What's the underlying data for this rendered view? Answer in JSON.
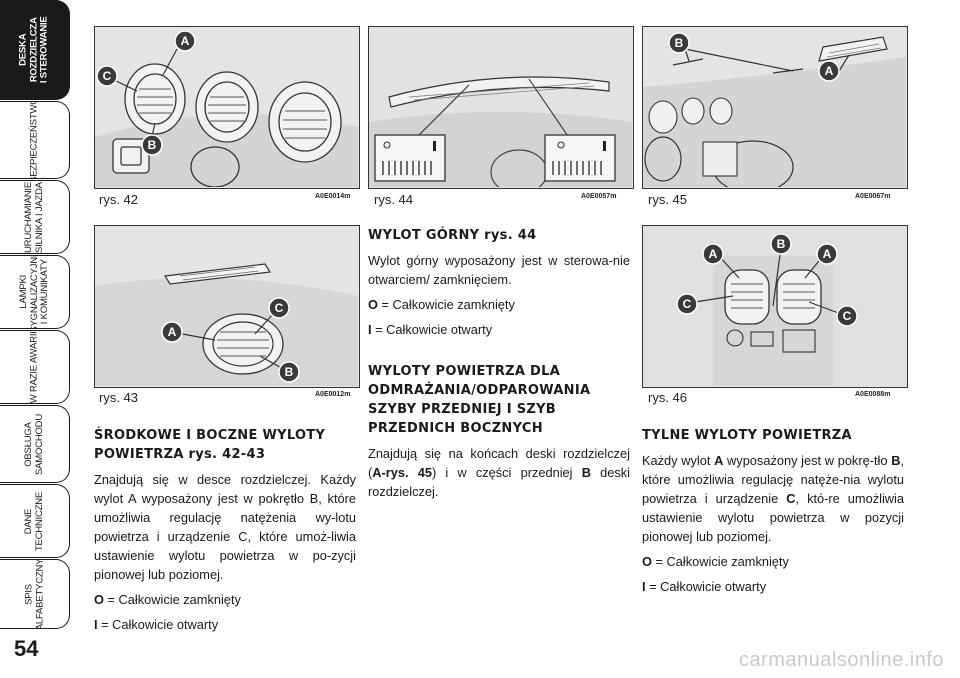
{
  "sidebar": {
    "tabs": [
      {
        "label": "DESKA\nROZDZIELCZA\nI STEROWANIE",
        "active": true
      },
      {
        "label": "BEZPIECZEŃSTWO",
        "active": false
      },
      {
        "label": "URUCHAMIANIE\nSILNIKA I JAZDA",
        "active": false
      },
      {
        "label": "LAMPKI\nSYGNALIZACYJNE\nI KOMUNIKATY",
        "active": false
      },
      {
        "label": "W RAZIE AWARII",
        "active": false
      },
      {
        "label": "OBSŁUGA\nSAMOCHODU",
        "active": false
      },
      {
        "label": "DANE\nTECHNICZNE",
        "active": false
      },
      {
        "label": "SPIS\nALFABETYCZNY",
        "active": false
      }
    ],
    "page_number": "54"
  },
  "figures": {
    "fig42": {
      "caption": "rys. 42",
      "code": "A0E0014m",
      "labels": [
        "A",
        "B",
        "C"
      ]
    },
    "fig43": {
      "caption": "rys. 43",
      "code": "A0E0012m",
      "labels": [
        "A",
        "B",
        "C"
      ]
    },
    "fig44": {
      "caption": "rys. 44",
      "code": "A0E0057m"
    },
    "fig45": {
      "caption": "rys. 45",
      "code": "A0E0067m",
      "labels": [
        "A",
        "B"
      ]
    },
    "fig46": {
      "caption": "rys. 46",
      "code": "A0E0088m",
      "labels": [
        "A",
        "A",
        "B",
        "C",
        "C"
      ]
    }
  },
  "section_center_side": {
    "heading": "ŚRODKOWE I BOCZNE WYLOTY POWIETRZA rys. 42-43",
    "body": "Znajdują się w desce rozdzielczej. Każdy wylot A wyposażony jest w pokrętło B, które umożliwia regulację natężenia wy-lotu powietrza i urządzenie C, które umoż-liwia ustawienie wylotu powietrza w po-zycji pionowej lub poziomej.",
    "closed_key": "O",
    "closed_text": " = Całkowicie zamknięty",
    "open_key": "I",
    "open_text": " = Całkowicie otwarty"
  },
  "section_top": {
    "heading": "WYLOT GÓRNY rys. 44",
    "body": "Wylot górny wyposażony jest w sterowa-nie otwarciem/ zamknięciem.",
    "closed_key": "O",
    "closed_text": " = Całkowicie zamknięty",
    "open_key": "I",
    "open_text": " = Całkowicie otwarty"
  },
  "section_defrost": {
    "heading": "WYLOTY POWIETRZA DLA ODMRAŻANIA/ODPAROWANIA SZYBY PRZEDNIEJ I SZYB PRZEDNICH BOCZNYCH",
    "body_1": "Znajdują się na końcach deski rozdzielczej (",
    "body_ref": "A-rys. 45",
    "body_2": ") i w części przedniej ",
    "body_key": "B",
    "body_3": " deski rozdzielczej."
  },
  "section_rear": {
    "heading": "TYLNE WYLOTY POWIETRZA",
    "body_1": "Każdy wylot ",
    "key_a": "A",
    "body_2": " wyposażony jest w pokrę-tło ",
    "key_b": "B",
    "body_3": ", które umożliwia regulację natęże-nia wylotu powietrza i urządzenie ",
    "key_c": "C",
    "body_4": ", któ-re umożliwia ustawienie wylotu powietrza w pozycji pionowej lub poziomej.",
    "closed_key": "O",
    "closed_text": " = Całkowicie zamknięty",
    "open_key": "I",
    "open_text": " = Całkowicie otwarty"
  },
  "watermark": "carmanualsonline.info",
  "colors": {
    "ink": "#1a1a1a",
    "figure_bg": "#e6e6e6",
    "badge": "#3a3a3a"
  }
}
